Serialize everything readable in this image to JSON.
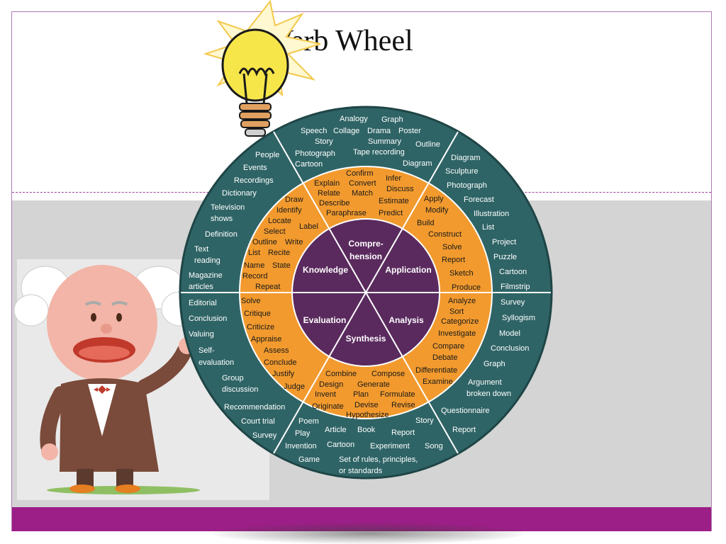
{
  "title": "Verb Wheel",
  "center": {
    "knowledge": "Knowledge",
    "comprehension_1": "Compre-",
    "comprehension_2": "hension",
    "application": "Application",
    "analysis": "Analysis",
    "synthesis": "Synthesis",
    "evaluation": "Evaluation"
  },
  "verbs": {
    "knowledge": [
      "Draw",
      "Identify",
      "Locate",
      "Label",
      "Select",
      "Outline",
      "Write",
      "List",
      "Recite",
      "Name",
      "State",
      "Record",
      "Repeat"
    ],
    "comprehension": [
      "Confirm",
      "Infer",
      "Explain",
      "Convert",
      "Discuss",
      "Relate",
      "Match",
      "Describe",
      "Estimate",
      "Paraphrase",
      "Predict"
    ],
    "application": [
      "Apply",
      "Modify",
      "Build",
      "Construct",
      "Solve",
      "Report",
      "Sketch",
      "Produce"
    ],
    "analysis": [
      "Analyze",
      "Sort",
      "Categorize",
      "Investigate",
      "Compare",
      "Debate",
      "Differentiate",
      "Examine"
    ],
    "synthesis": [
      "Combine",
      "Compose",
      "Design",
      "Generate",
      "Invent",
      "Plan",
      "Formulate",
      "Originate",
      "Devise",
      "Revise",
      "Hypothesize"
    ],
    "evaluation": [
      "Solve",
      "Critique",
      "Criticize",
      "Appraise",
      "Assess",
      "Conclude",
      "Justify",
      "Judge"
    ]
  },
  "products": {
    "knowledge": [
      "People",
      "Events",
      "Recordings",
      "Dictionary",
      "Television",
      "shows",
      "Definition",
      "Text",
      "reading",
      "Magazine",
      "articles"
    ],
    "comprehension": [
      "Analogy",
      "Graph",
      "Speech",
      "Collage",
      "Drama",
      "Poster",
      "Story",
      "Summary",
      "Outline",
      "Photograph",
      "Tape recording",
      "Cartoon",
      "Diagram"
    ],
    "application": [
      "Diagram",
      "Sculpture",
      "Photograph",
      "Forecast",
      "Illustration",
      "List",
      "Project",
      "Puzzle",
      "Cartoon",
      "Filmstrip"
    ],
    "analysis": [
      "Survey",
      "Syllogism",
      "Model",
      "Conclusion",
      "Graph",
      "Argument",
      "broken down",
      "Questionnaire",
      "Report"
    ],
    "synthesis": [
      "Story",
      "Poem",
      "Play",
      "Article",
      "Book",
      "Report",
      "Invention",
      "Cartoon",
      "Experiment",
      "Song",
      "Game",
      "Set of rules,  principles,",
      "or standards"
    ],
    "evaluation": [
      "Editorial",
      "Conclusion",
      "Valuing",
      "Self-",
      "evaluation",
      "Group",
      "discussion",
      "Recommendation",
      "Court trial",
      "Survey"
    ]
  },
  "colors": {
    "outer_ring": "#2f6466",
    "middle_ring": "#f29a2e",
    "inner_circle": "#5a2a5e",
    "bottom_bar": "#9b1f86",
    "gray_band": "#d4d4d4"
  },
  "icons": [
    "light-bulb-icon",
    "scientist-illustration"
  ]
}
